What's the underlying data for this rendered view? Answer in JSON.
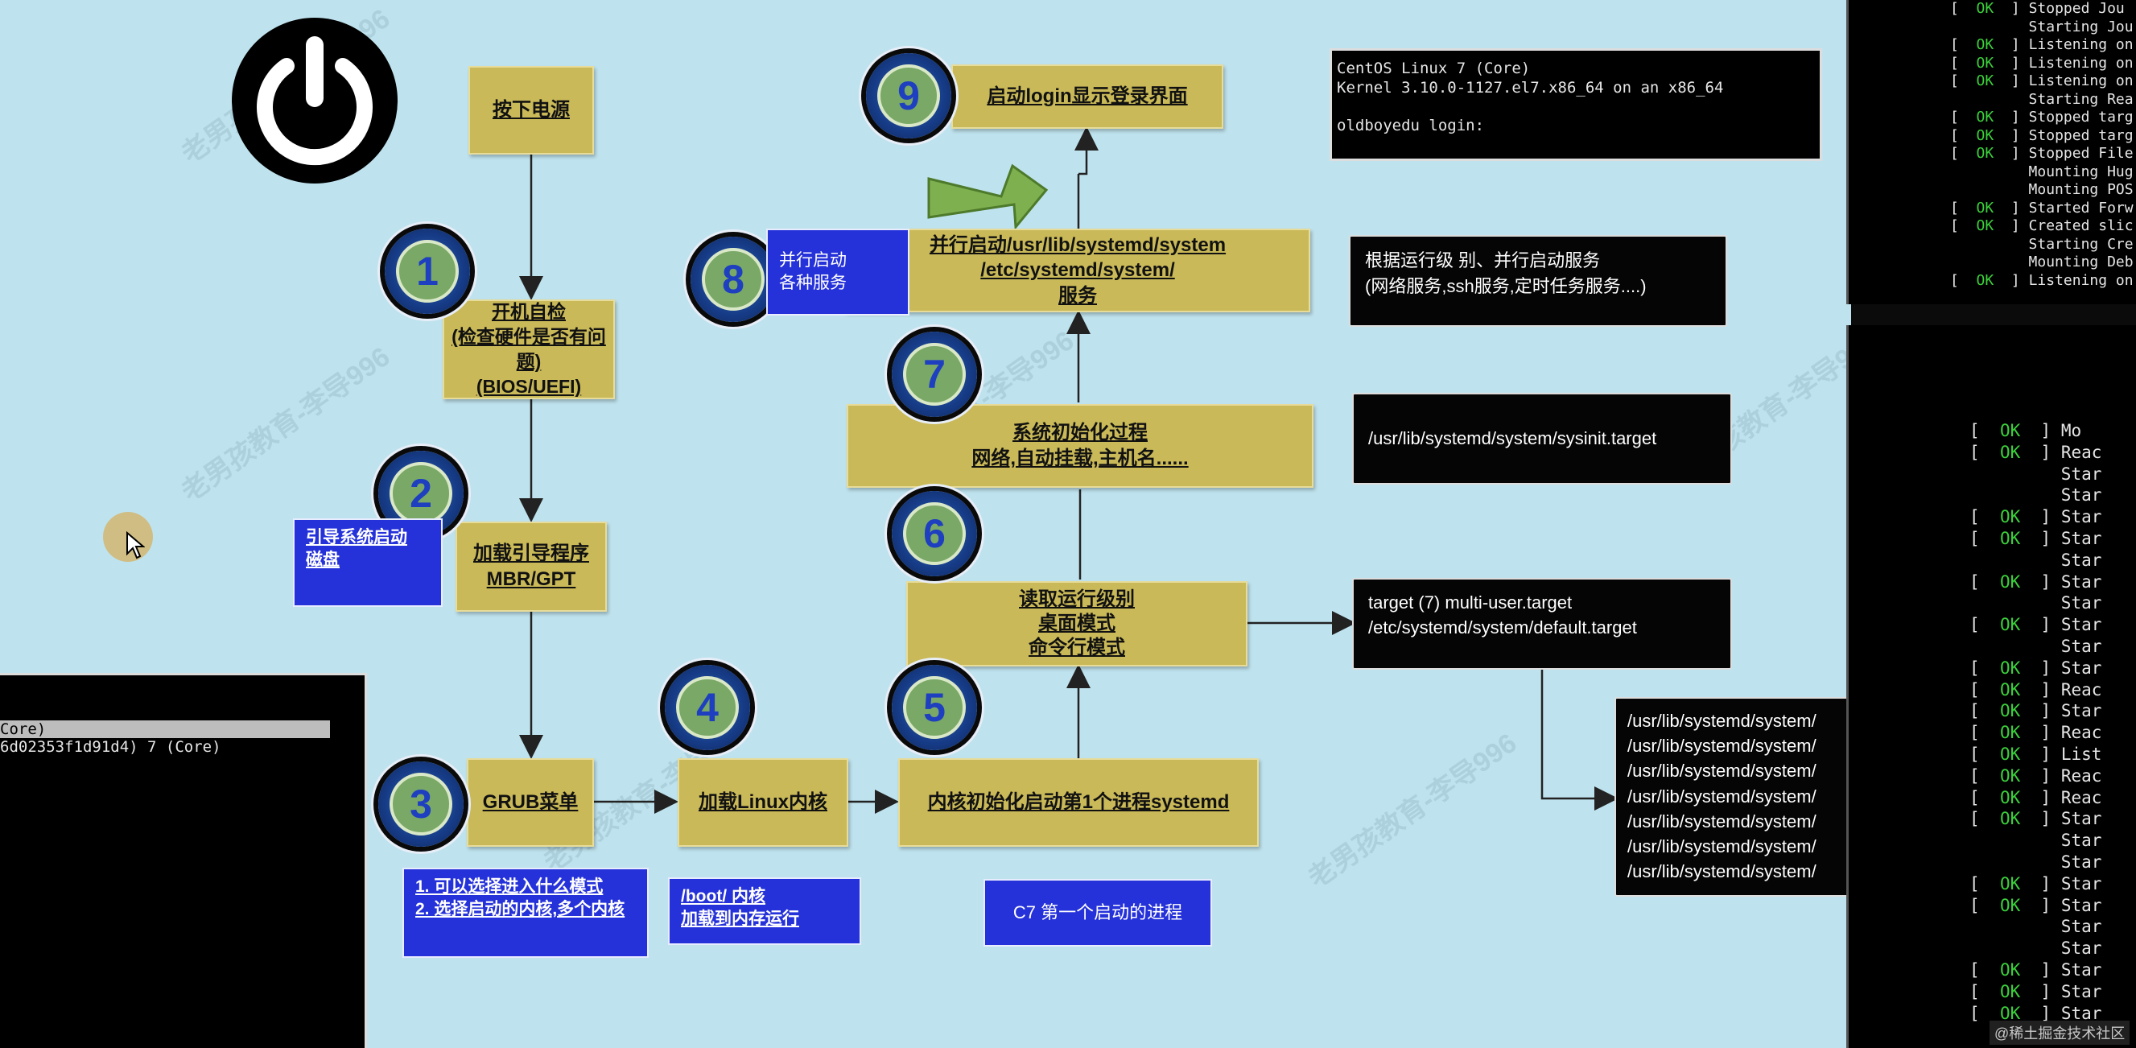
{
  "steps": {
    "power": "按下电源",
    "selftest": "开机自检\n(检查硬件是否有问题)\n(BIOS/UEFI)",
    "bootloader": "加载引导程序\nMBR/GPT",
    "grub": "GRUB菜单",
    "kernel": "加载Linux内核",
    "systemd": "内核初始化启动第1个进程systemd",
    "runlevel": "读取运行级别\n桌面模式\n命令行模式",
    "sysinit": "系统初始化过程\n网络,自动挂载,主机名......",
    "services": "并行启动/usr/lib/systemd/system\n/etc/systemd/system/\n服务",
    "login": "启动login显示登录界面"
  },
  "badges": [
    "1",
    "2",
    "3",
    "4",
    "5",
    "6",
    "7",
    "8",
    "9"
  ],
  "notes": {
    "boot_disk": "引导系统启动\n磁盘",
    "grub_note": "1. 可以选择进入什么模式\n2. 选择启动的内核,多个内核",
    "kernel_note": "/boot/ 内核\n加载到内存运行",
    "systemd_note": "C7 第一个启动的进程",
    "parallel_note": "并行启动\n各种服务"
  },
  "black_boxes": {
    "services_desc": "根据运行级 别、并行启动服务\n(网络服务,ssh服务,定时任务服务....)",
    "sysinit_path": "/usr/lib/systemd/system/sysinit.target",
    "target": "target (7)    multi-user.target\n/etc/systemd/system/default.target",
    "paths": [
      "/usr/lib/systemd/system/",
      "/usr/lib/systemd/system/",
      "/usr/lib/systemd/system/",
      "/usr/lib/systemd/system/",
      "/usr/lib/systemd/system/",
      "/usr/lib/systemd/system/",
      "/usr/lib/systemd/system/"
    ]
  },
  "login_screen": {
    "line1": "CentOS Linux 7 (Core)",
    "line2": "Kernel 3.10.0-1127.el7.x86_64 on an x86_64",
    "line3": "oldboyedu login:"
  },
  "grub_screen": {
    "line1": "Core)",
    "line2": "6d02353f1d91d4) 7 (Core)"
  },
  "right_terminal_top": [
    {
      "ok": true,
      "text": "Stopped Jou"
    },
    {
      "ok": false,
      "text": "Starting Jou"
    },
    {
      "ok": true,
      "text": "Listening on"
    },
    {
      "ok": true,
      "text": "Listening on"
    },
    {
      "ok": true,
      "text": "Listening on"
    },
    {
      "ok": false,
      "text": "Starting Rea"
    },
    {
      "ok": true,
      "text": "Stopped targ"
    },
    {
      "ok": true,
      "text": "Stopped targ"
    },
    {
      "ok": true,
      "text": "Stopped File"
    },
    {
      "ok": false,
      "text": "Mounting Hug"
    },
    {
      "ok": false,
      "text": "Mounting POS"
    },
    {
      "ok": true,
      "text": "Started Forw"
    },
    {
      "ok": true,
      "text": "Created slic"
    },
    {
      "ok": false,
      "text": "Starting Cre"
    },
    {
      "ok": false,
      "text": "Mounting Deb"
    },
    {
      "ok": true,
      "text": "Listening on"
    }
  ],
  "right_terminal_bottom": [
    {
      "ok": true,
      "text": "Mo"
    },
    {
      "ok": true,
      "text": "Reac"
    },
    {
      "ok": false,
      "text": "Star"
    },
    {
      "ok": false,
      "text": "Star"
    },
    {
      "ok": true,
      "text": "Star"
    },
    {
      "ok": true,
      "text": "Star"
    },
    {
      "ok": false,
      "text": "Star"
    },
    {
      "ok": true,
      "text": "Star"
    },
    {
      "ok": false,
      "text": "Star"
    },
    {
      "ok": true,
      "text": "Star"
    },
    {
      "ok": false,
      "text": "Star"
    },
    {
      "ok": true,
      "text": "Star"
    },
    {
      "ok": true,
      "text": "Reac"
    },
    {
      "ok": true,
      "text": "Star"
    },
    {
      "ok": true,
      "text": "Reac"
    },
    {
      "ok": true,
      "text": "List"
    },
    {
      "ok": true,
      "text": "Reac"
    },
    {
      "ok": true,
      "text": "Reac"
    },
    {
      "ok": true,
      "text": "Star"
    },
    {
      "ok": false,
      "text": "Star"
    },
    {
      "ok": false,
      "text": "Star"
    },
    {
      "ok": true,
      "text": "Star"
    },
    {
      "ok": true,
      "text": "Star"
    },
    {
      "ok": false,
      "text": "Star"
    },
    {
      "ok": false,
      "text": "Star"
    },
    {
      "ok": true,
      "text": "Star"
    },
    {
      "ok": true,
      "text": "Star"
    },
    {
      "ok": true,
      "text": "Star"
    }
  ],
  "ok_label": "OK",
  "watermark": "老男孩教育-李导996",
  "corner_watermark": "@稀土掘金技术社区"
}
